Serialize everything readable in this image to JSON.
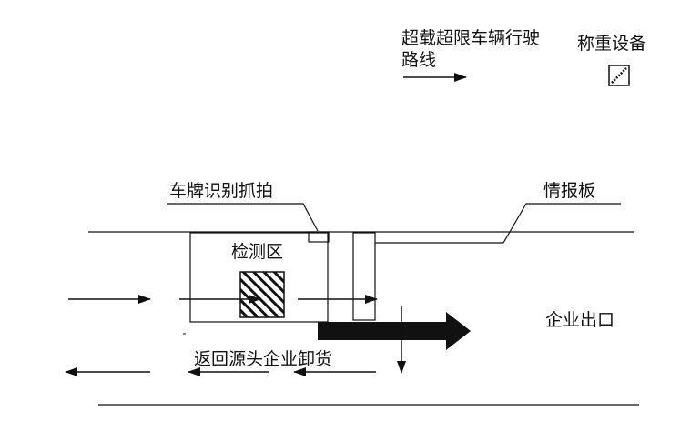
{
  "legend": {
    "route_label_line1": "超载超限车辆行驶",
    "route_label_line2": "路线",
    "weighing_label": "称重设备"
  },
  "labels": {
    "plate_capture": "车牌识别抓拍",
    "info_board": "情报板",
    "detection_zone": "检测区",
    "enterprise_exit": "企业出口",
    "return_unload": "返回源头企业卸货"
  },
  "colors": {
    "stroke": "#111111",
    "background": "#ffffff"
  }
}
